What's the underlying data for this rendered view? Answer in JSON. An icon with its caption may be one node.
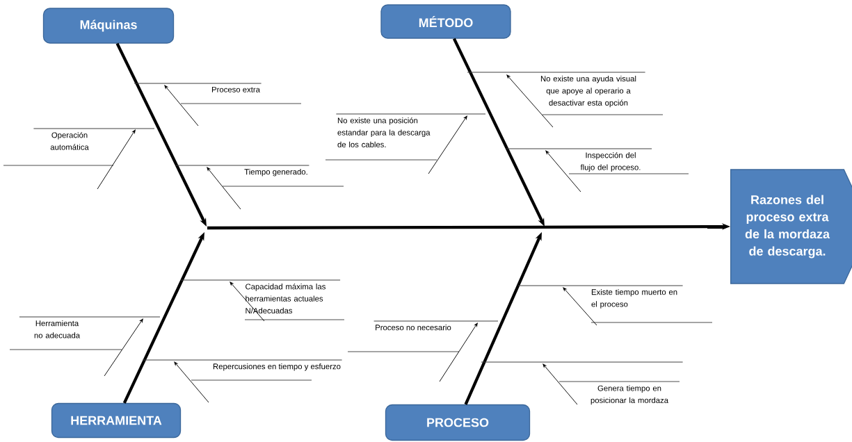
{
  "diagram": {
    "nodes": [
      {
        "text": [
          "Máquinas"
        ]
      },
      {
        "text": [
          "MÉTODO"
        ]
      },
      {
        "text": [
          "Proceso extra"
        ]
      },
      {
        "text": [
          "No existe una ayuda visual que apoye al operario a desactivar esta opción"
        ]
      },
      {
        "text": [
          "Operación automática"
        ]
      },
      {
        "text": [
          "No existe una posición estandar para la descarga de los cables."
        ]
      },
      {
        "text": [
          "Tiempo generado."
        ]
      },
      {
        "text": [
          "Inspección del flujo del proceso."
        ]
      },
      {
        "text": [
          "Razones del proceso extra de la mordaza de descarga."
        ]
      },
      {
        "text": [
          "Capacidad máxima las herramientas actuales N/Adecuadas"
        ]
      },
      {
        "text": [
          "Existe tiempo muerto en el proceso"
        ]
      },
      {
        "text": [
          "Herramienta no adecuada"
        ]
      },
      {
        "text": [
          "Proceso no necesario"
        ]
      },
      {
        "text": [
          "Repercusiones en tiempo y esfuerzo"
        ]
      },
      {
        "text": [
          "Genera tiempo en posicionar la mordaza"
        ]
      },
      {
        "text": [
          "HERRAMIENTA"
        ]
      },
      {
        "text": [
          "PROCESO"
        ]
      }
    ],
    "edges": [
      {
        "from": 0,
        "to": null,
        "arrow": "to",
        "style": "thick"
      },
      {
        "from": 1,
        "to": null,
        "arrow": "to",
        "style": "thick"
      },
      {
        "from": 15,
        "to": null,
        "arrow": "to",
        "style": "thick"
      },
      {
        "from": 16,
        "to": null,
        "arrow": "to",
        "style": "thick"
      },
      {
        "from": null,
        "to": 8,
        "arrow": "to",
        "style": "thick"
      },
      {
        "from": 2,
        "to": null,
        "arrow": "none"
      },
      {
        "from": 3,
        "to": null,
        "arrow": "none"
      },
      {
        "from": 4,
        "to": null,
        "arrow": "none"
      },
      {
        "from": 5,
        "to": null,
        "arrow": "none"
      },
      {
        "from": 6,
        "to": null,
        "arrow": "none"
      },
      {
        "from": 7,
        "to": null,
        "arrow": "none"
      },
      {
        "from": 9,
        "to": null,
        "arrow": "none"
      },
      {
        "from": 10,
        "to": null,
        "arrow": "none"
      },
      {
        "from": 11,
        "to": null,
        "arrow": "none"
      },
      {
        "from": 12,
        "to": null,
        "arrow": "none"
      },
      {
        "from": 13,
        "to": null,
        "arrow": "none"
      },
      {
        "from": 14,
        "to": null,
        "arrow": "none"
      }
    ]
  }
}
